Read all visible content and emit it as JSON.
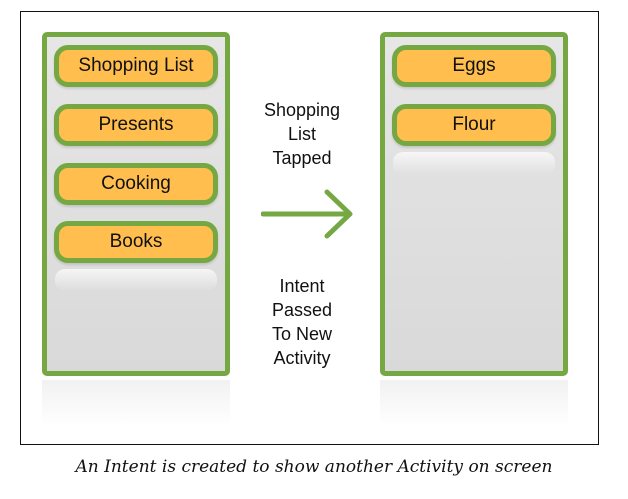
{
  "left_screen": {
    "items": [
      "Shopping List",
      "Presents",
      "Cooking",
      "Books"
    ]
  },
  "right_screen": {
    "items": [
      "Eggs",
      "Flour"
    ]
  },
  "label_top": [
    "Shopping",
    "List",
    "Tapped"
  ],
  "label_bottom": [
    "Intent",
    "Passed",
    "To New",
    "Activity"
  ],
  "caption": "An Intent is created to show another Activity on screen",
  "colors": {
    "item_fill": "#ffbe4d",
    "green_border": "#75a842",
    "screen_bg": "#e0e0e0"
  },
  "icons": [
    "right-arrow-icon"
  ]
}
